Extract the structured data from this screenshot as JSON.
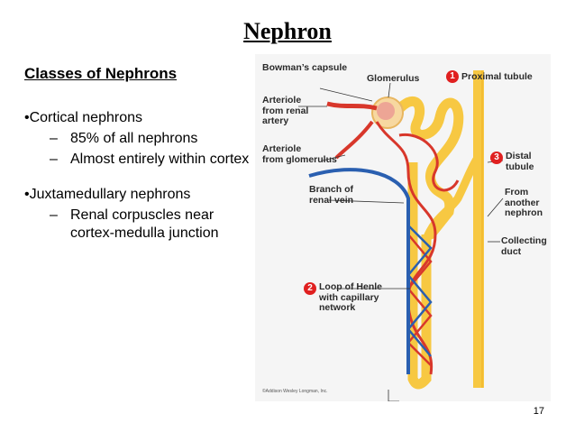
{
  "title": "Nephron",
  "subtitle": "Classes of Nephrons",
  "bullets": [
    {
      "text": "•Cortical nephrons",
      "subs": [
        "85% of all nephrons",
        "Almost entirely within cortex"
      ]
    },
    {
      "text": "•Juxtamedullary nephrons",
      "subs": [
        "Renal corpuscles near cortex-medulla junction"
      ]
    }
  ],
  "dash_glyph": "–",
  "page_number": "17",
  "figure": {
    "labels": {
      "bowmans_capsule": "Bowman’s capsule",
      "glomerulus": "Glomerulus",
      "proximal_tubule": "Proximal tubule",
      "arteriole_renal_artery": "Arteriole\nfrom renal\nartery",
      "arteriole_glomerulus": "Arteriole\nfrom glomerulus",
      "branch_renal_vein": "Branch of\nrenal vein",
      "distal_tubule": "Distal\ntubule",
      "from_another_nephron": "From\nanother\nnephron",
      "collecting_duct": "Collecting\nduct",
      "loop_of_henle": "Loop of Henle\nwith capillary\nnetwork"
    },
    "badges": {
      "proximal": "1",
      "loop": "2",
      "distal": "3"
    },
    "copyright": "©Addison Wesley Longman, Inc."
  },
  "colors": {
    "tubule": "#f7c842",
    "artery": "#d8372b",
    "vein": "#2a5fb0",
    "badge": "#e02020"
  }
}
